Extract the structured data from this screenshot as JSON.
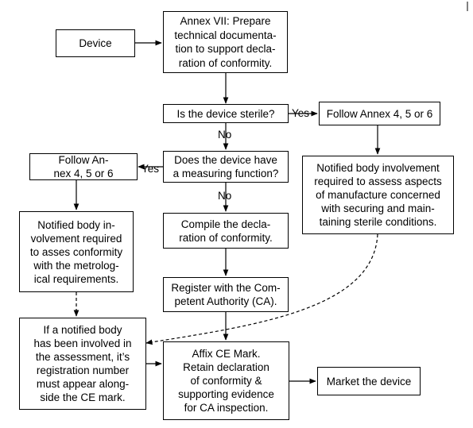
{
  "nodes": {
    "device": "Device",
    "annex7": "Annex VII: Prepare\ntechnical documenta-\ntion to support decla-\nration of conformity.",
    "sterile_q": "Is the device sterile?",
    "follow_right": "Follow Annex 4, 5 or 6",
    "measuring_q": "Does the device have\na measuring function?",
    "follow_left": "Follow An-\nnex 4, 5 or 6",
    "nb_sterile": "Notified body involvement\nrequired to assess aspects\nof manufacture concerned\nwith securing and main-\ntaining sterile conditions.",
    "nb_metro": "Notified body in-\nvolvement required\nto asses conformity\nwith the metrolog-\nical requirements.",
    "compile": "Compile the decla-\nration of conformity.",
    "register": "Register with the Com-\npetent Authority (CA).",
    "nb_reg": "If a notified body\nhas been involved in\nthe assessment, it’s\nregistration number\nmust appear along-\nside the CE mark.",
    "affix": "Affix CE Mark.\nRetain declaration\nof conformity &\nsupporting evidence\nfor CA inspection.",
    "market": "Market the device"
  },
  "edge_labels": {
    "yes_sterile": "Yes",
    "no_sterile": "No",
    "yes_measuring": "Yes",
    "no_measuring": "No"
  }
}
